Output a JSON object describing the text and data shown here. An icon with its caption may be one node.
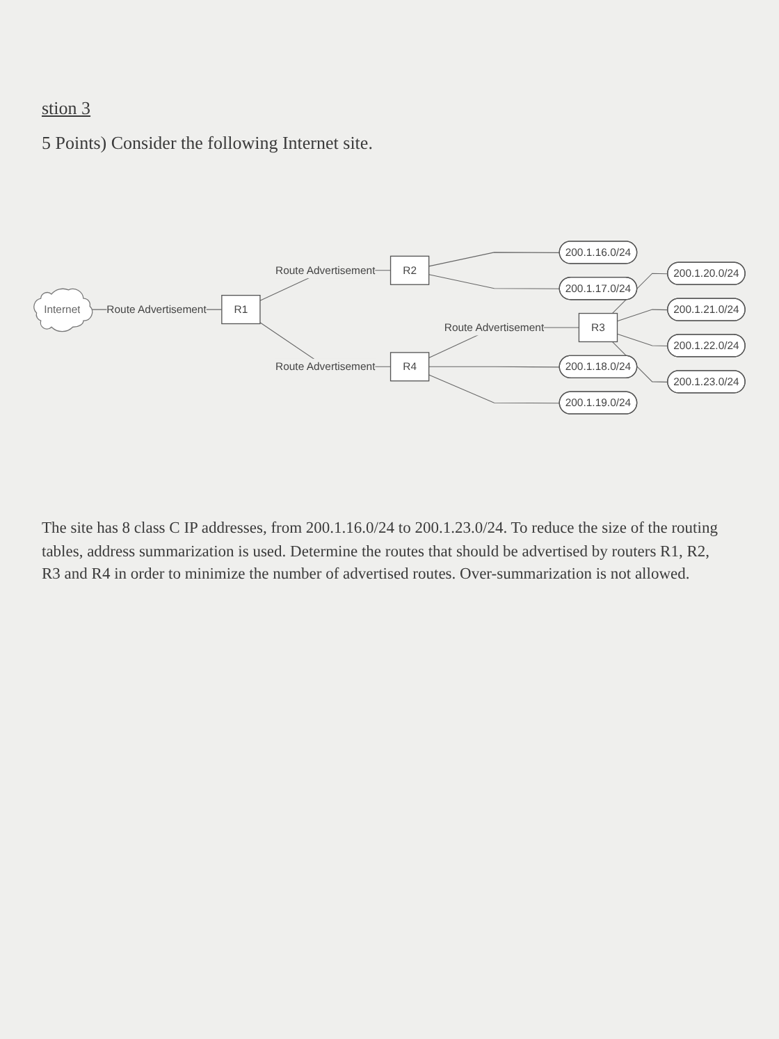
{
  "diagram": {
    "title": "stion 3",
    "nodes": [
      {
        "text": [
          "200.1.16.0/24"
        ]
      },
      {
        "text": [
          "200.1.17.0/24"
        ]
      },
      {
        "text": [
          "R2"
        ]
      },
      {
        "text": [
          "200.1.20.0/24"
        ]
      },
      {
        "text": [
          "200.1.21.0/24"
        ]
      },
      {
        "text": [
          "Internet"
        ]
      },
      {
        "text": [
          "R1"
        ]
      },
      {
        "text": [
          "R3"
        ]
      },
      {
        "text": [
          "200.1.22.0/24"
        ]
      },
      {
        "text": [
          "200.1.23.0/24"
        ]
      },
      {
        "text": [
          "R4"
        ]
      },
      {
        "text": [
          "200.1.18.0/24"
        ]
      },
      {
        "text": [
          "200.1.19.0/24"
        ]
      }
    ],
    "edges": [
      {
        "from": 6,
        "to": 5,
        "arrow": "none",
        "label": "Route Advertisement"
      },
      {
        "from": 2,
        "to": 6,
        "arrow": "none",
        "label": "Route Advertisement"
      },
      {
        "from": 10,
        "to": 6,
        "arrow": "none",
        "label": "Route Advertisement"
      },
      {
        "from": 7,
        "to": 10,
        "arrow": "none",
        "label": "Route Advertisement"
      },
      {
        "from": 0,
        "to": 2,
        "arrow": "none"
      },
      {
        "from": 1,
        "to": 2,
        "arrow": "none"
      },
      {
        "from": 3,
        "to": 7,
        "arrow": "none"
      },
      {
        "from": 4,
        "to": 7,
        "arrow": "none"
      },
      {
        "from": 8,
        "to": 7,
        "arrow": "none"
      },
      {
        "from": 9,
        "to": 7,
        "arrow": "none"
      },
      {
        "from": 11,
        "to": 10,
        "arrow": "none"
      },
      {
        "from": 12,
        "to": 10,
        "arrow": "none"
      }
    ],
    "labels": [
      "5 Points) Consider the following Internet site.",
      "The site has 8 class C IP addresses, from 200.1.16.0/24 to 200.1.23.0/24. To reduce the size of the routing tables, address summarization is used. Determine the routes that should be advertised by routers R1, R2, R3 and R4 in order to minimize the number of advertised routes. Over-summarization is not allowed."
    ]
  }
}
